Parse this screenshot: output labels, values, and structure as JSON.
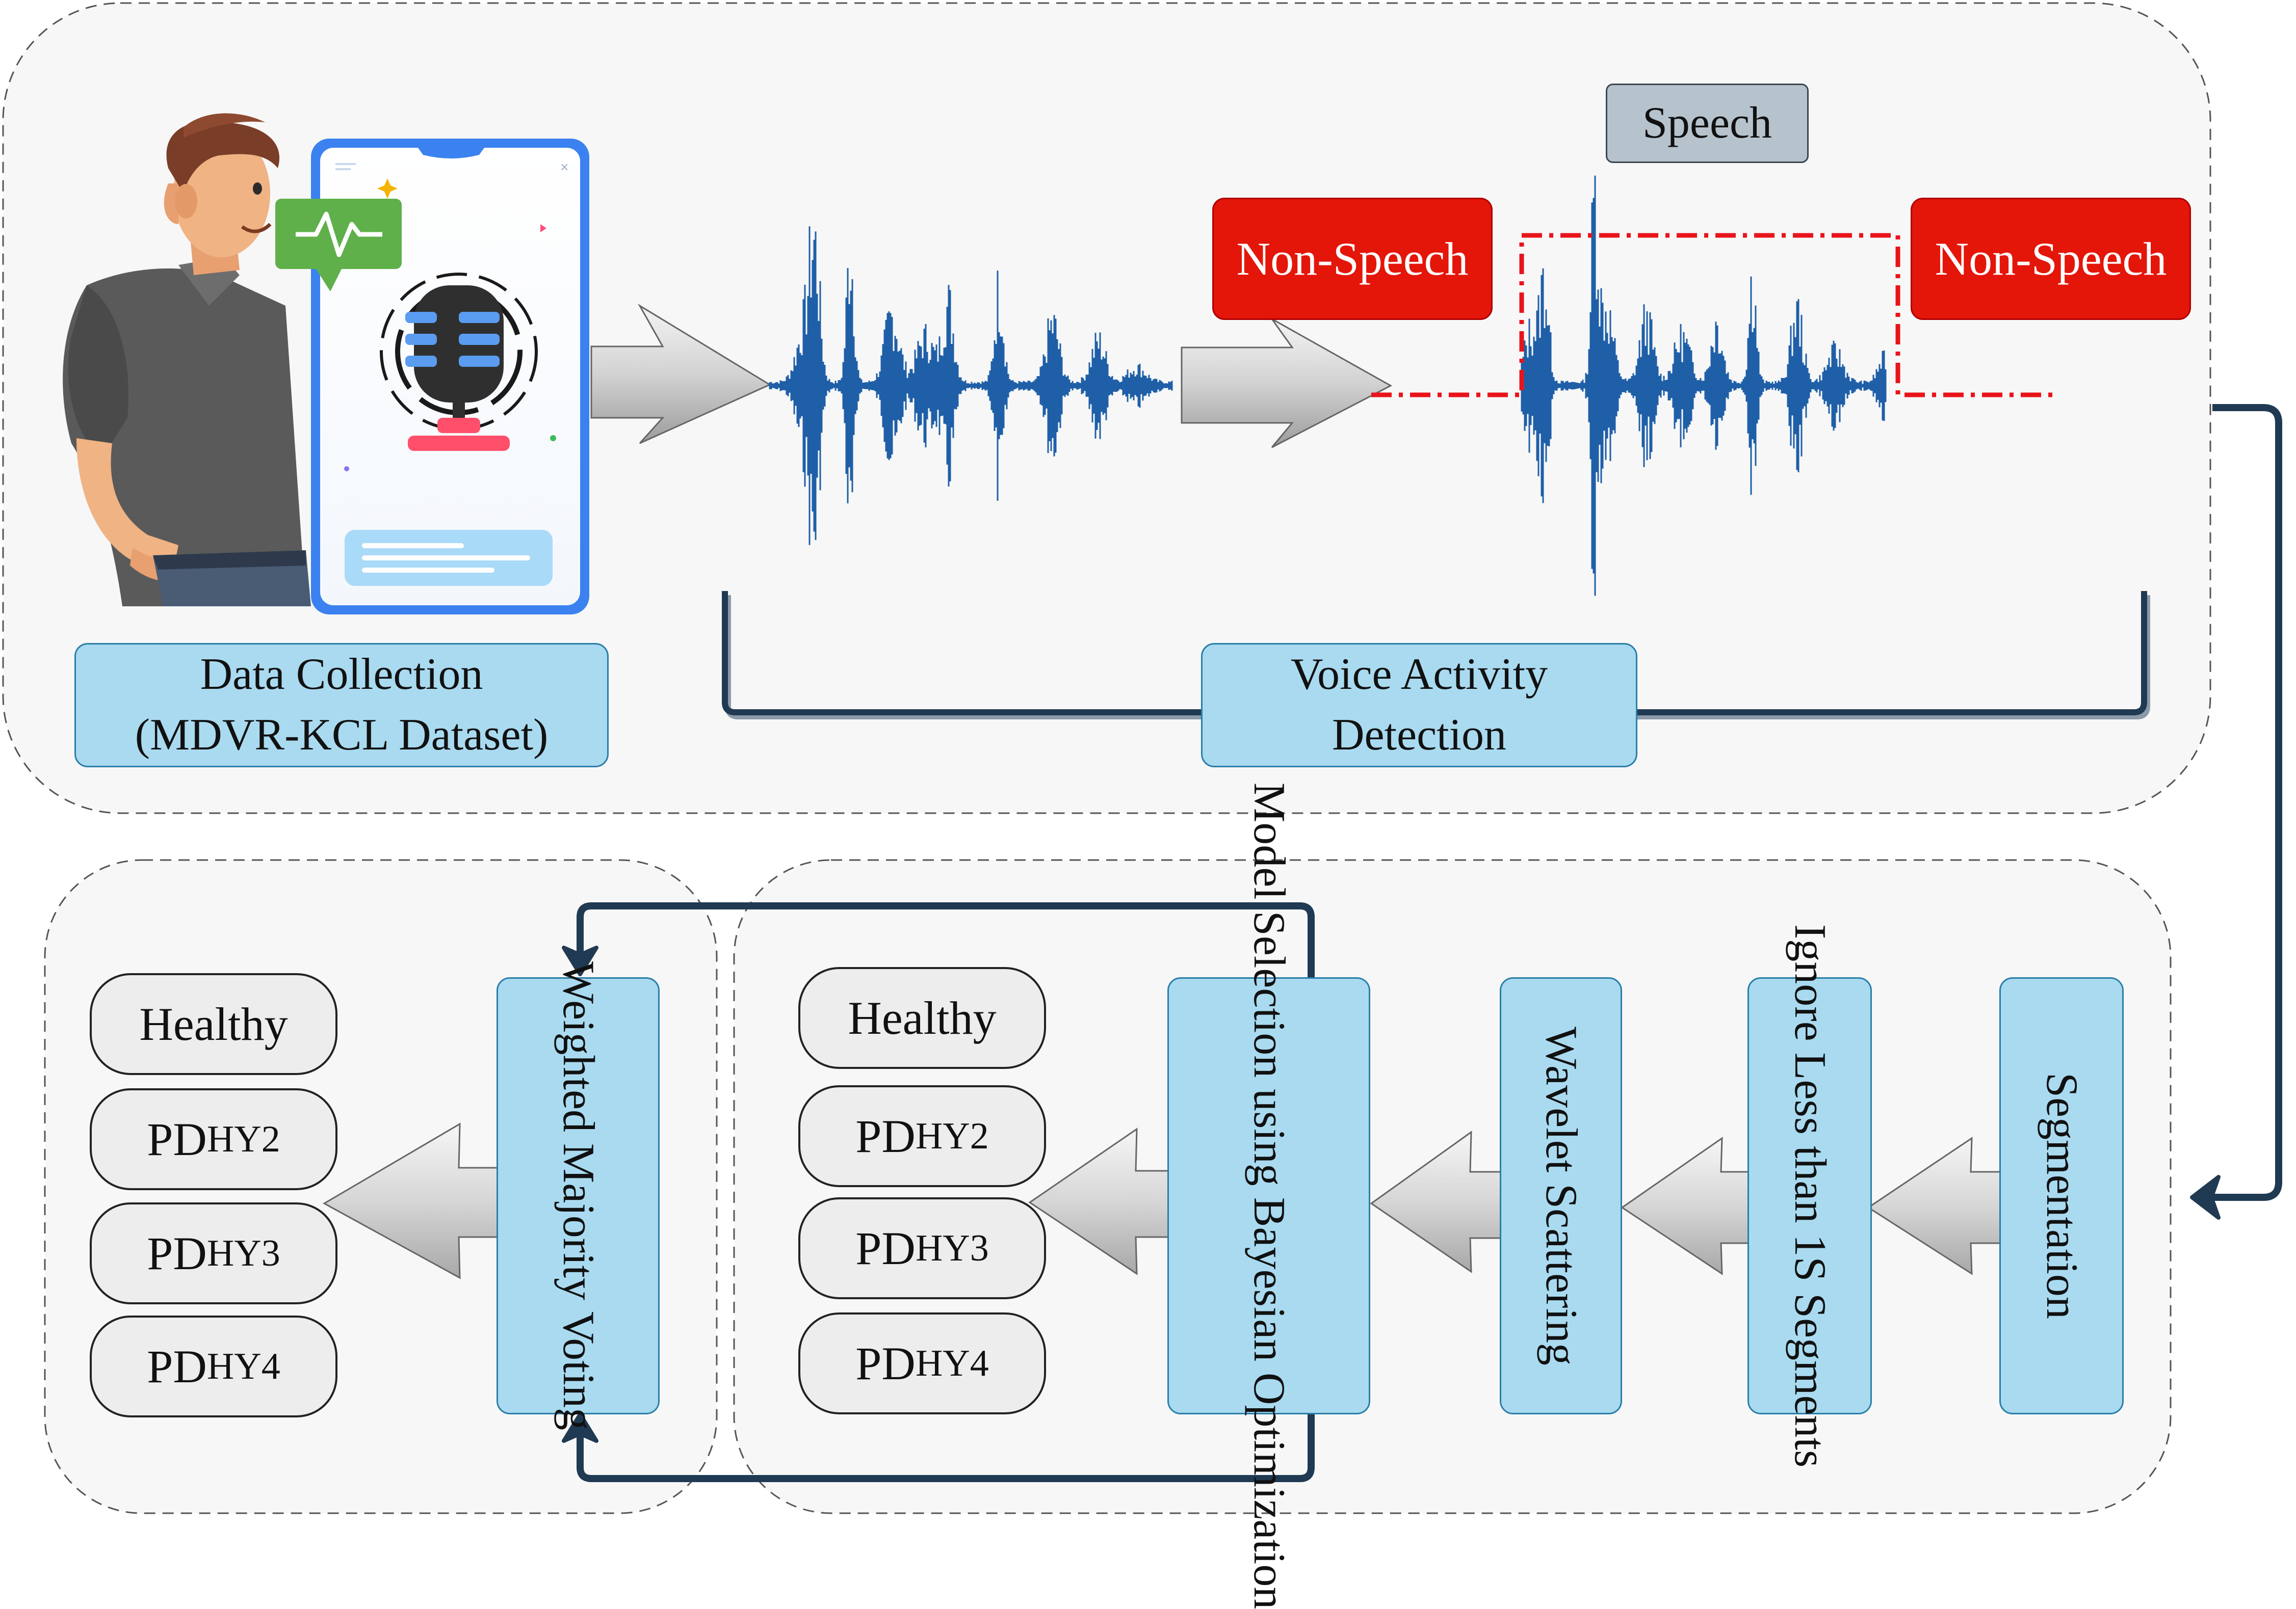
{
  "top": {
    "data_collection": {
      "line1": "Data Collection",
      "line2": "(MDVR-KCL Dataset)"
    },
    "vad": {
      "line1": "Voice Activity",
      "line2": "Detection"
    },
    "speech_label": "Speech",
    "non_speech_left": "Non-Speech",
    "non_speech_right": "Non-Speech"
  },
  "pipeline": {
    "segmentation": "Segmentation",
    "ignore": {
      "line1": "Ignore Less than 1S",
      "line2": "Segments"
    },
    "wavelet": "Wavelet Scattering",
    "model_selection": {
      "line1": "Model Selection",
      "line2": "using Bayesian",
      "line3": "Optimization"
    },
    "voting": {
      "line1": "Weighted Majority",
      "line2": "Voting"
    }
  },
  "classes_mid": [
    {
      "main": "Healthy",
      "sub": ""
    },
    {
      "main": "PD",
      "sub": "HY2"
    },
    {
      "main": "PD",
      "sub": "HY3"
    },
    {
      "main": "PD",
      "sub": "HY4"
    }
  ],
  "classes_final": [
    {
      "main": "Healthy",
      "sub": ""
    },
    {
      "main": "PD",
      "sub": "HY2"
    },
    {
      "main": "PD",
      "sub": "HY3"
    },
    {
      "main": "PD",
      "sub": "HY4"
    }
  ],
  "colors": {
    "waveform": "#1f5fa8",
    "vad_line": "#e8141a",
    "connector": "#1f3a52",
    "box_fill": "#a9daf0",
    "panel_fill": "#f7f7f7"
  }
}
